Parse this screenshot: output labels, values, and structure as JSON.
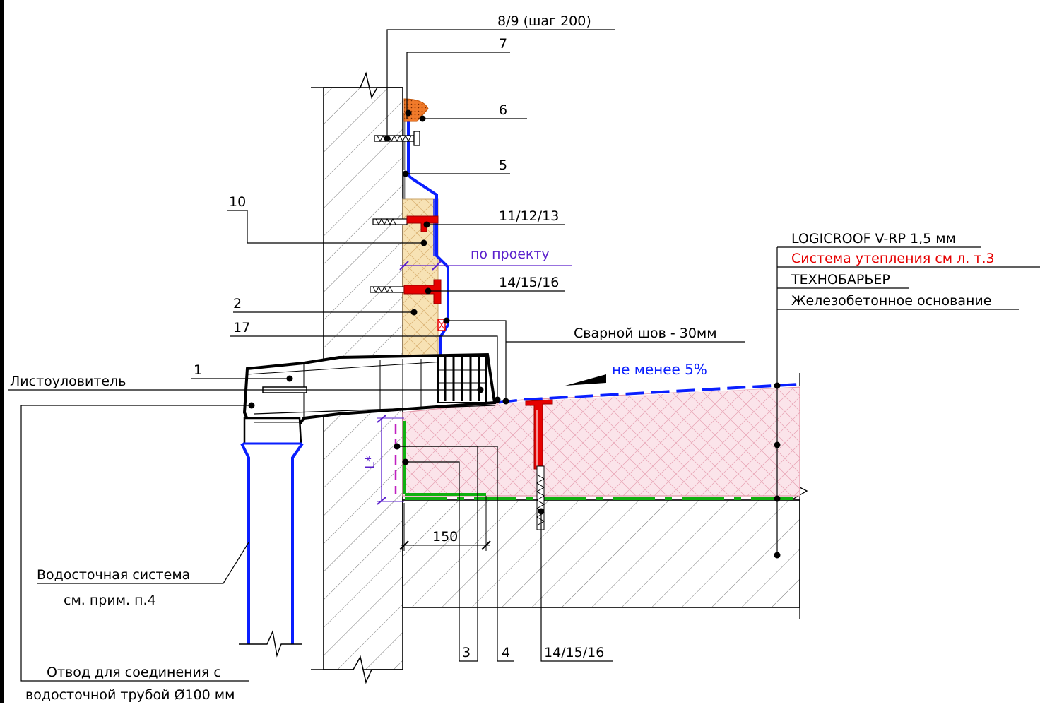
{
  "labels": {
    "c8_9": "8/9 (шаг 200)",
    "c7": "7",
    "c6": "6",
    "c5": "5",
    "c10": "10",
    "c11_12_13": "11/12/13",
    "po_proektu": "по проекту",
    "c14_15_16_top": "14/15/16",
    "c2": "2",
    "c17": "17",
    "weld": "Сварной шов - 30мм",
    "c1": "1",
    "leaf_catcher": "Листоуловитель",
    "slope": "не менее 5%",
    "dim_L": "L*",
    "dim_150": "150",
    "drain_system_1": "Водосточная система",
    "drain_system_2": "см. прим. п.4",
    "c3": "3",
    "c4": "4",
    "c14_15_16_bottom": "14/15/16",
    "outlet_1": "Отвод для соединения с",
    "outlet_2": "водосточной трубой Ø100 мм"
  },
  "layers": [
    "LOGICROOF V-RP 1,5 мм",
    "Система утепления см л. т.3",
    "ТЕХНОБАРЬЕР",
    "Железобетонное основание"
  ],
  "colors": {
    "membrane_blue": "#0a1fff",
    "anchor_red": "#e60000",
    "insulation_yellow": "#f7e2b4",
    "insulation_pink": "#f6d2da",
    "seal_orange": "#f07a2a",
    "vapour_green": "#10b010",
    "dim_violet": "#5a1fcc",
    "magenta": "#c020c0",
    "accent_red_text": "#e60000"
  }
}
